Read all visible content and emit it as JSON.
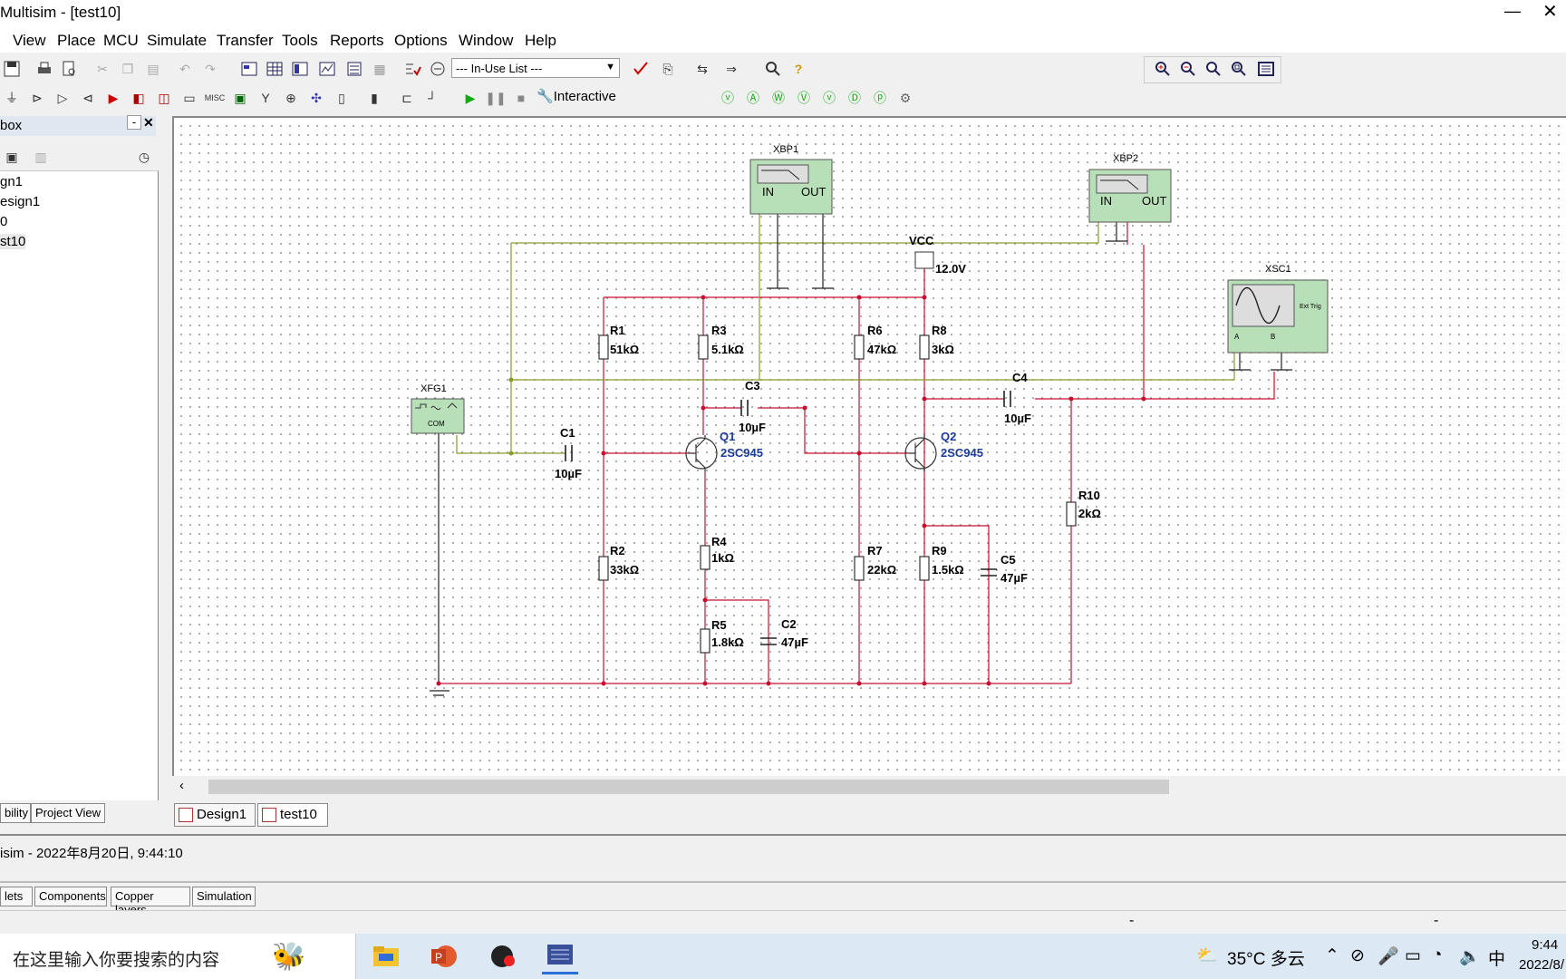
{
  "window": {
    "title": "Multisim - [test10]"
  },
  "menu": [
    "View",
    "Place",
    "MCU",
    "Simulate",
    "Transfer",
    "Tools",
    "Reports",
    "Options",
    "Window",
    "Help"
  ],
  "toolbar": {
    "in_use_list": "--- In-Use List ---",
    "interactive_label": "Interactive"
  },
  "toolbox": {
    "title": "box",
    "tree": [
      "gn1",
      "esign1",
      "0",
      "st10"
    ],
    "tabs": [
      "bility",
      "Project View"
    ]
  },
  "doc_tabs": [
    "Design1",
    "test10"
  ],
  "status": {
    "message": "isim  -  2022年8月20日, 9:44:10"
  },
  "bottom_tabs": [
    "lets",
    "Components",
    "Copper layers",
    "Simulation"
  ],
  "schematic": {
    "instruments": {
      "xbp1": {
        "name": "XBP1",
        "in": "IN",
        "out": "OUT"
      },
      "xbp2": {
        "name": "XBP2",
        "in": "IN",
        "out": "OUT"
      },
      "xsc1": {
        "name": "XSC1",
        "ext_trig": "Ext Trig",
        "a": "A",
        "b": "B"
      },
      "xfg1": {
        "name": "XFG1",
        "com": "COM"
      }
    },
    "vcc": {
      "name": "VCC",
      "value": "12.0V"
    },
    "parts": {
      "r1": {
        "ref": "R1",
        "value": "51kΩ"
      },
      "r2": {
        "ref": "R2",
        "value": "33kΩ"
      },
      "r3": {
        "ref": "R3",
        "value": "5.1kΩ"
      },
      "r4": {
        "ref": "R4",
        "value": "1kΩ"
      },
      "r5": {
        "ref": "R5",
        "value": "1.8kΩ"
      },
      "r6": {
        "ref": "R6",
        "value": "47kΩ"
      },
      "r7": {
        "ref": "R7",
        "value": "22kΩ"
      },
      "r8": {
        "ref": "R8",
        "value": "3kΩ"
      },
      "r9": {
        "ref": "R9",
        "value": "1.5kΩ"
      },
      "r10": {
        "ref": "R10",
        "value": "2kΩ"
      },
      "c1": {
        "ref": "C1",
        "value": "10µF"
      },
      "c2": {
        "ref": "C2",
        "value": "47µF"
      },
      "c3": {
        "ref": "C3",
        "value": "10µF"
      },
      "c4": {
        "ref": "C4",
        "value": "10µF"
      },
      "c5": {
        "ref": "C5",
        "value": "47µF"
      },
      "q1": {
        "ref": "Q1",
        "value": "2SC945"
      },
      "q2": {
        "ref": "Q2",
        "value": "2SC945"
      }
    }
  },
  "taskbar": {
    "search_placeholder": "在这里输入你要搜索的内容",
    "weather": "35°C 多云",
    "ime": "中",
    "time": "9:44",
    "date": "2022/8/"
  },
  "colors": {
    "wire_red": "#c8102e",
    "wire_olive": "#8a9a2a",
    "instrument_fill": "#b8e0b8"
  }
}
